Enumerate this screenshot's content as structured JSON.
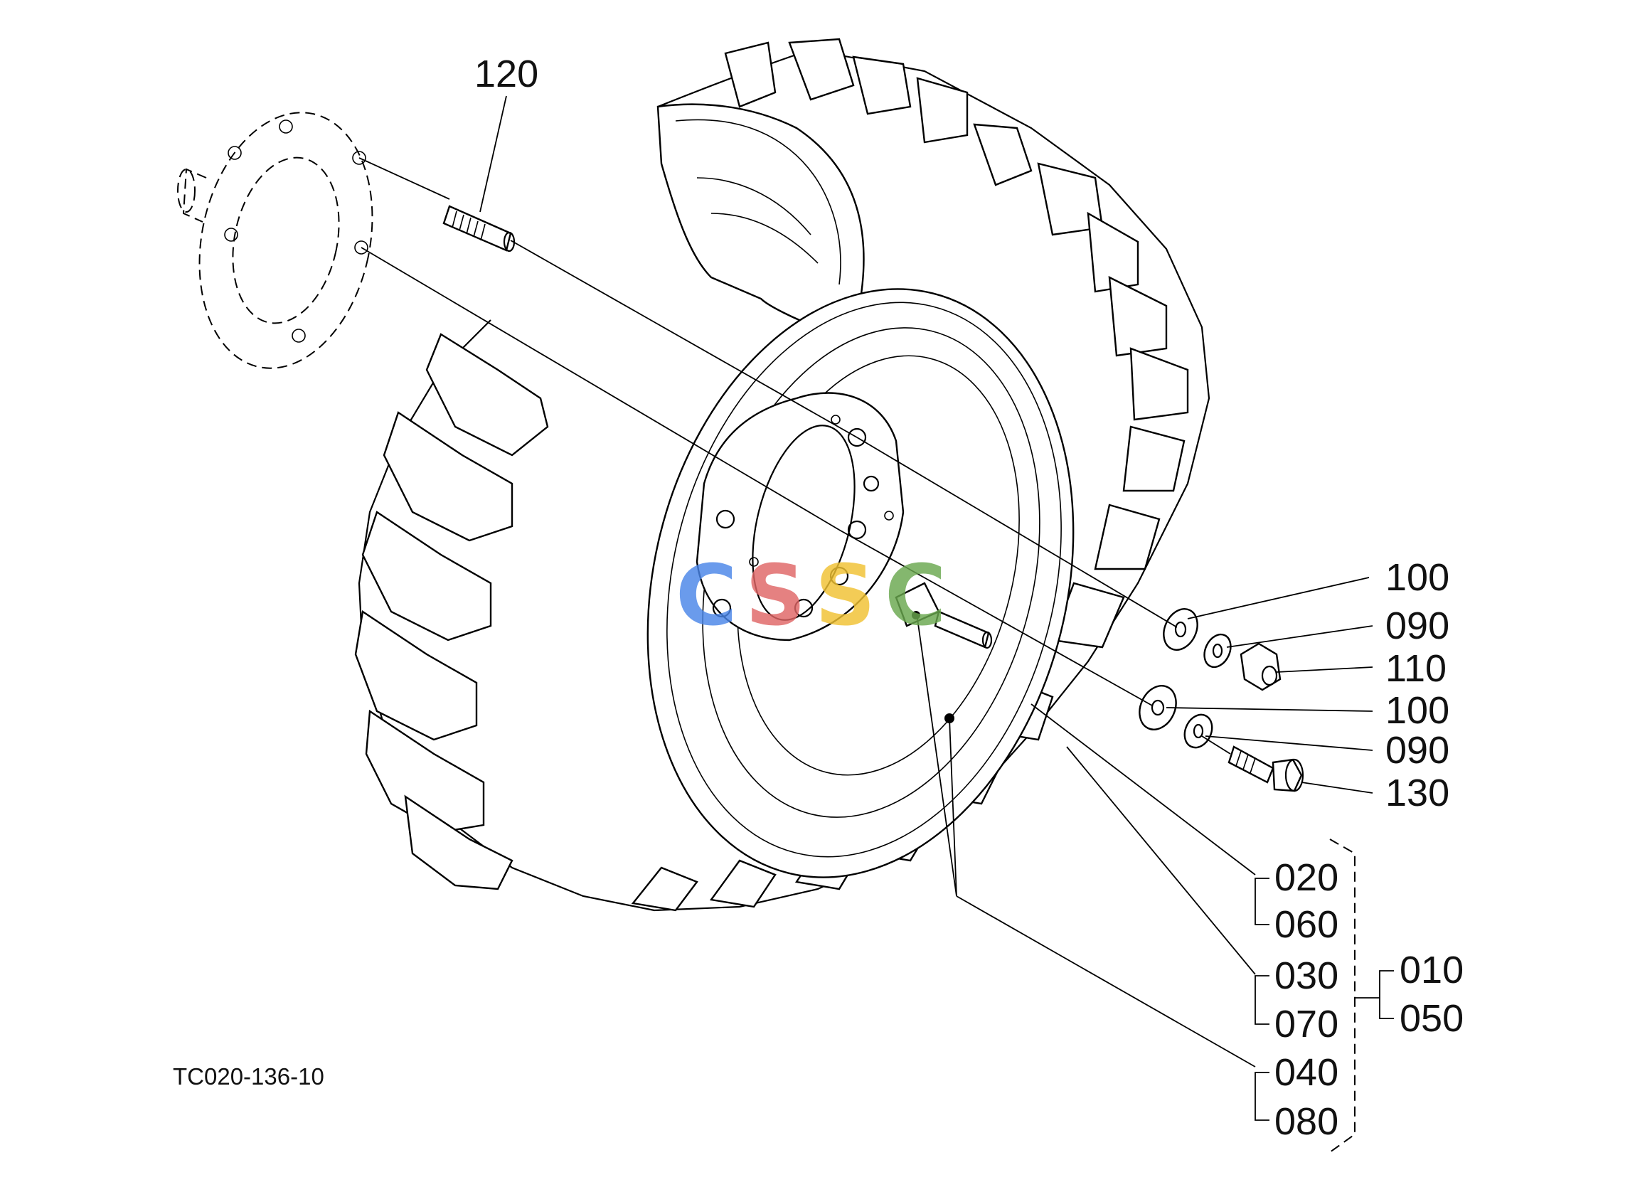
{
  "figure_id": "TC020-136-10",
  "watermark": {
    "letters": [
      "C",
      "S",
      "S",
      "C"
    ],
    "colors": [
      "#4a86e8",
      "#e06666",
      "#f1c232",
      "#6aa84f"
    ]
  },
  "callouts": {
    "c120": "120",
    "c100a": "100",
    "c090a": "090",
    "c110": "110",
    "c100b": "100",
    "c090b": "090",
    "c130": "130",
    "c020": "020",
    "c060": "060",
    "c030": "030",
    "c070": "070",
    "c040": "040",
    "c080": "080",
    "c010": "010",
    "c050": "050"
  }
}
